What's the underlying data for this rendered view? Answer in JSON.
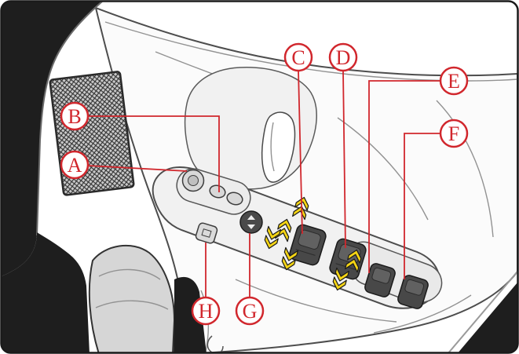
{
  "callouts": [
    {
      "label": "A"
    },
    {
      "label": "B"
    },
    {
      "label": "C"
    },
    {
      "label": "D"
    },
    {
      "label": "E"
    },
    {
      "label": "F"
    },
    {
      "label": "G"
    },
    {
      "label": "H"
    }
  ],
  "colors": {
    "callout_red": "#d1272d",
    "arrow_yellow": "#f5d515",
    "arrow_outline": "#1a1a1a",
    "dark_trim": "#1e1e1e",
    "panel_line": "#4d4d4d"
  }
}
